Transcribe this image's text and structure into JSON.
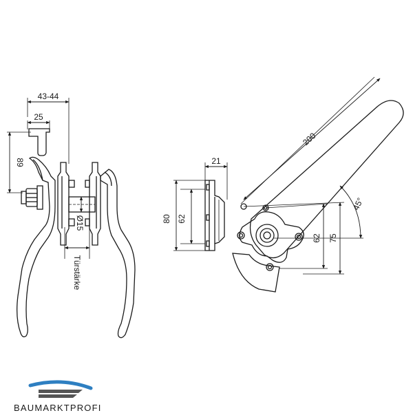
{
  "dimensions": {
    "width_43_44": "43-44",
    "width_25": "25",
    "height_89": "89",
    "diameter_15": "Ø15",
    "door_thickness": "Türstärke",
    "rose_thickness_21": "21",
    "rose_height_80": "80",
    "rose_height_62": "62",
    "handle_length_200": "200",
    "angle_45": "45°",
    "bracket_62": "62",
    "bracket_75": "75"
  },
  "logo": {
    "text": "BAUMARKTPROFI",
    "colors": {
      "blue": "#2e7fc1",
      "dark": "#555555"
    }
  },
  "colors": {
    "line": "#1a1a1a",
    "background": "#ffffff"
  }
}
